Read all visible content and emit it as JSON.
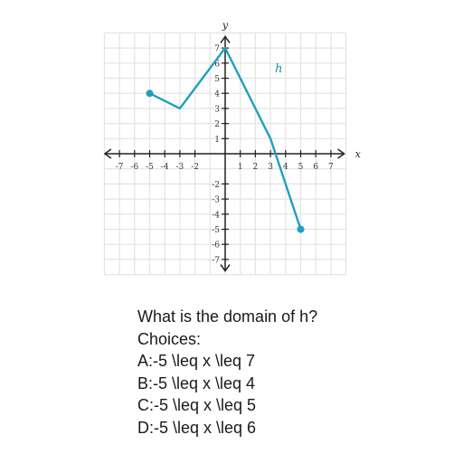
{
  "chart_data": {
    "type": "line",
    "xlabel": "x",
    "ylabel": "y",
    "xlim": [
      -8,
      8
    ],
    "ylim": [
      -8,
      8
    ],
    "xticks": [
      -7,
      -6,
      -5,
      -4,
      -3,
      -2,
      1,
      2,
      3,
      4,
      5,
      6,
      7
    ],
    "yticks": [
      7,
      6,
      5,
      4,
      3,
      2,
      1,
      -2,
      -3,
      -4,
      -5,
      -6,
      -7
    ],
    "grid": true,
    "series": [
      {
        "name": "h",
        "x": [
          -5,
          -3,
          0,
          3,
          5
        ],
        "y": [
          4,
          3,
          7,
          1,
          -5
        ],
        "color": "#1fa0bd",
        "closed_endpoints": true
      }
    ]
  },
  "question": {
    "prompt": "What is the domain of h?",
    "choices_label": "Choices:",
    "choices": [
      "A:-5 \\leq x \\leq 7",
      "B:-5 \\leq x \\leq 4",
      "C:-5 \\leq x \\leq 5",
      "D:-5 \\leq x \\leq 6"
    ]
  }
}
